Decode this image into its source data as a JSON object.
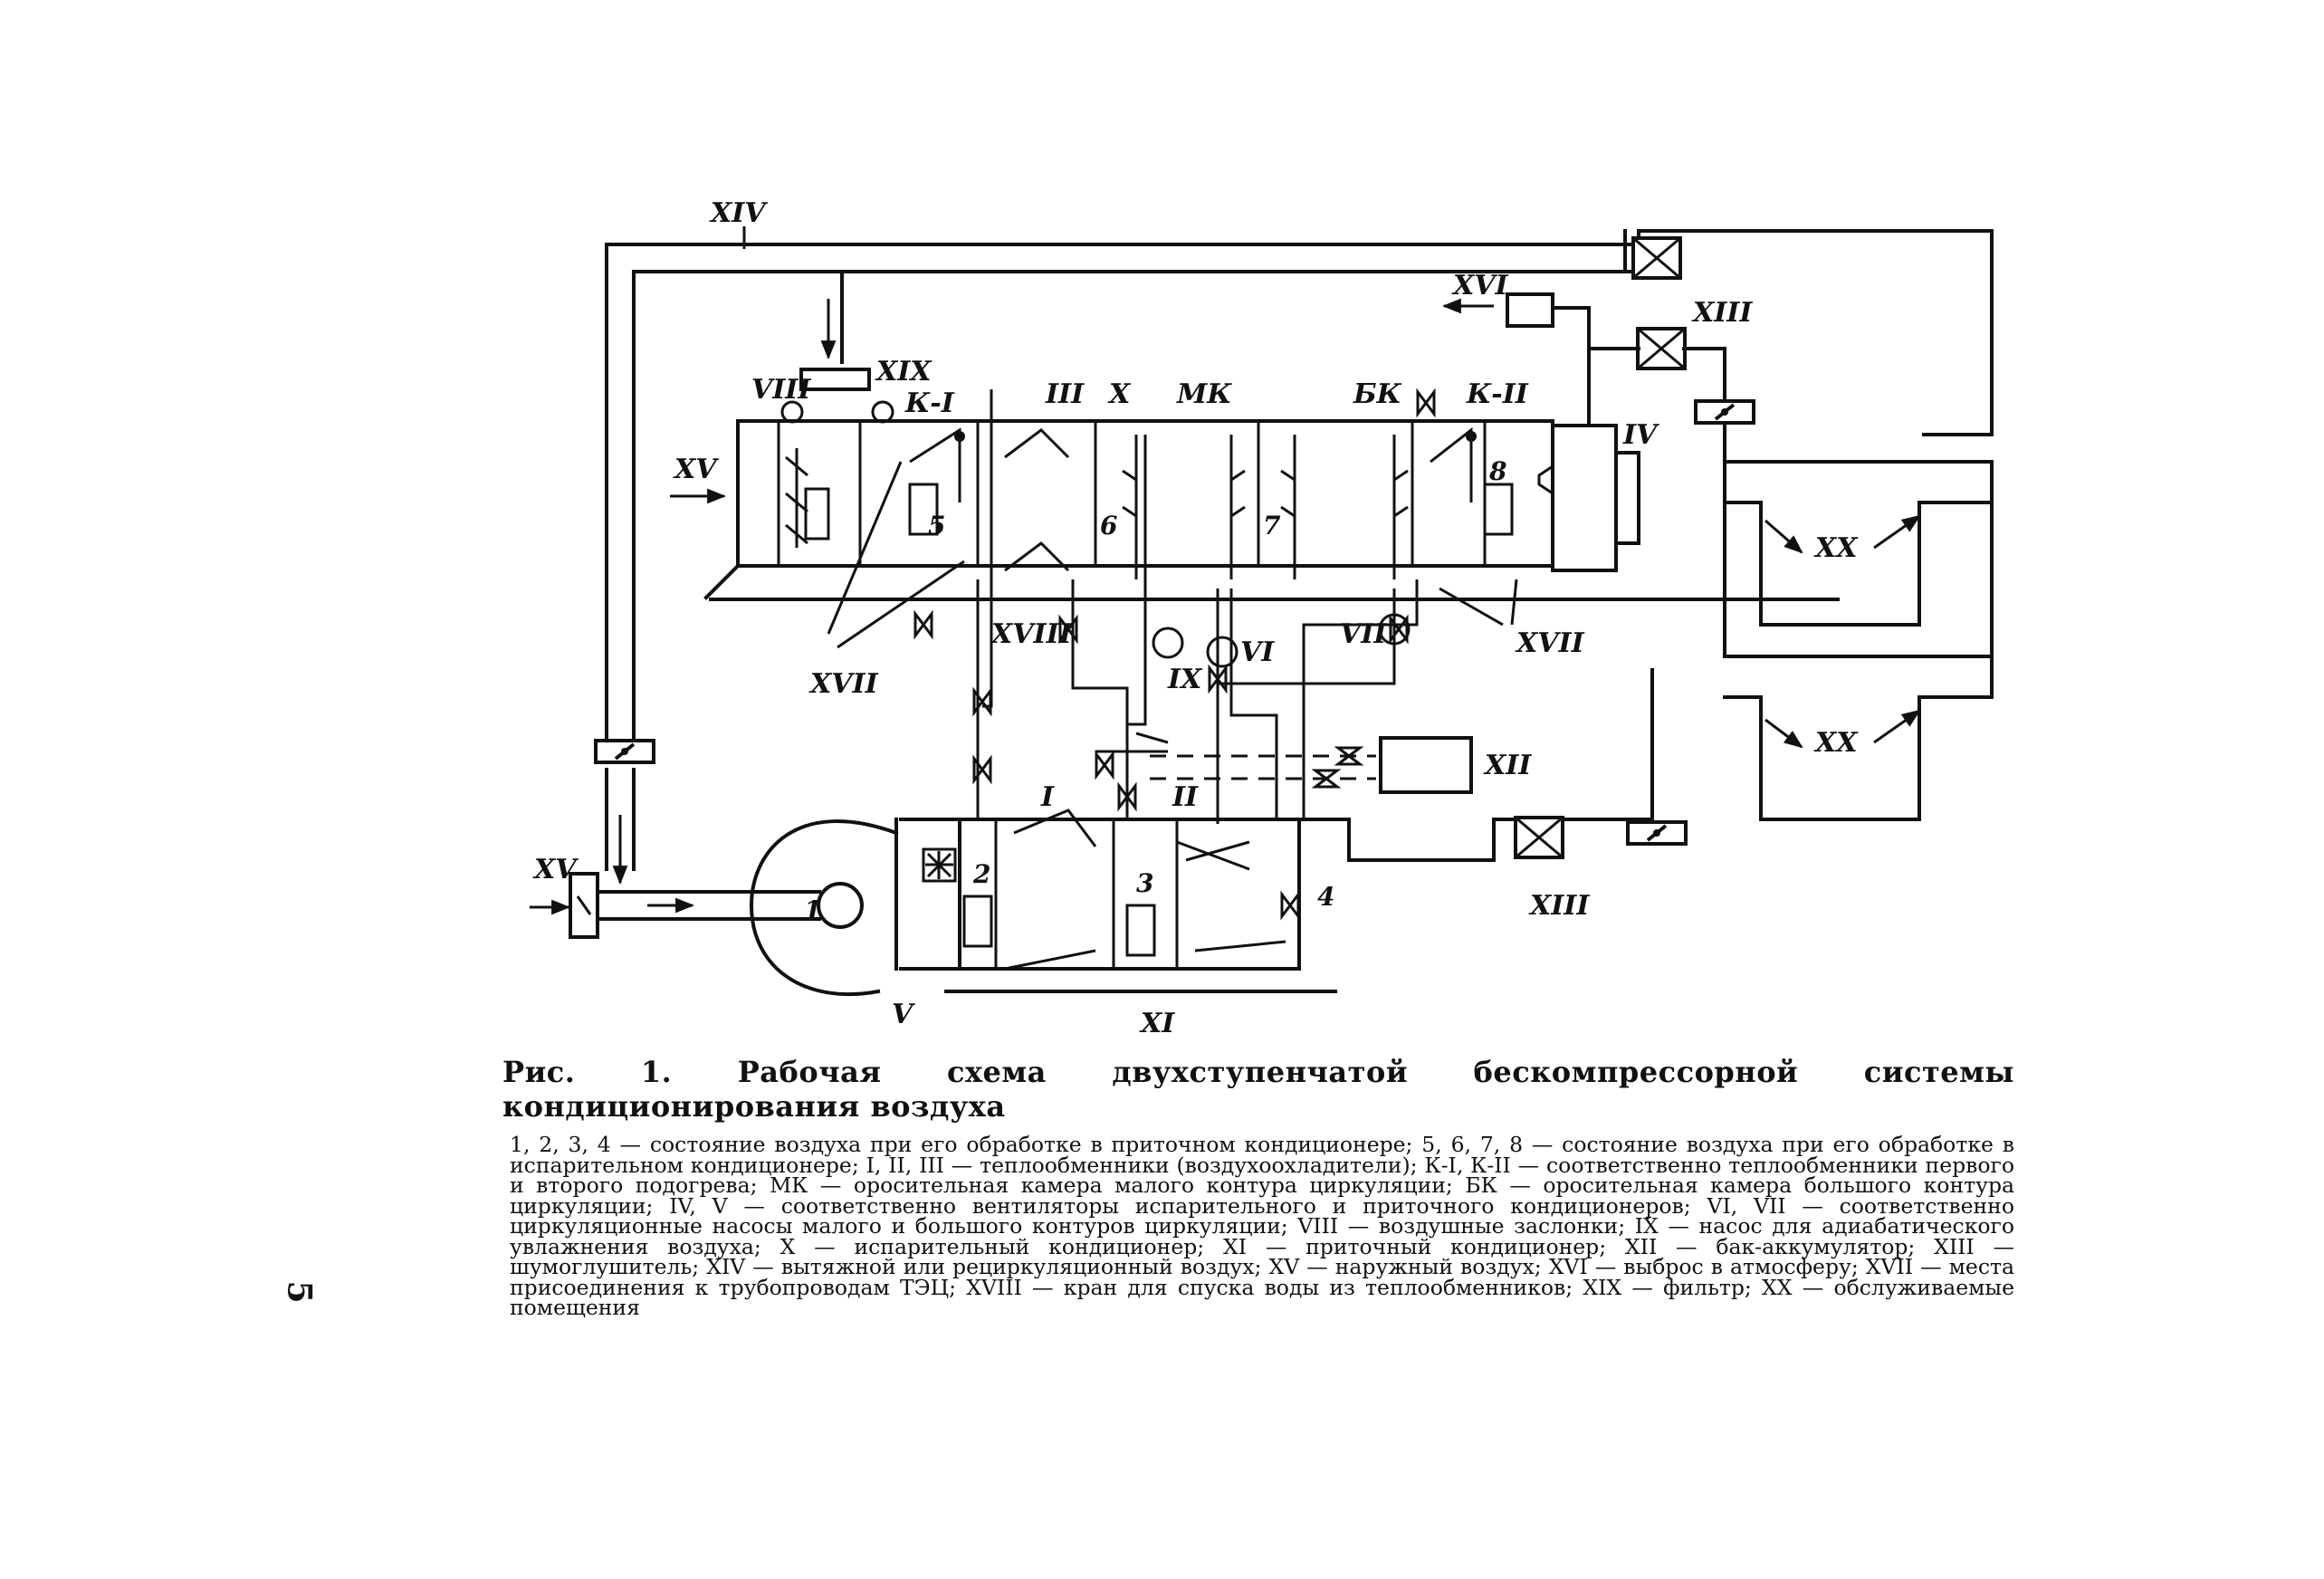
{
  "diagram": {
    "labels": {
      "XIV": "XIV",
      "XV_top": "XV",
      "XV_bottom": "XV",
      "XVI": "XVI",
      "XIII_top": "XIII",
      "XIII_bottom": "XIII",
      "XII": "XII",
      "XX_1": "XX",
      "XX_2": "XX",
      "VIII": "VIII",
      "XIX": "XIX",
      "K1": "К-I",
      "III": "III",
      "X": "X",
      "MK": "МК",
      "BK": "БК",
      "K2": "К-II",
      "IV": "IV",
      "XVII_left": "XVII",
      "XVII_right": "XVII",
      "XVIII": "XVIII",
      "IX": "IX",
      "VI": "VI",
      "VII": "VII",
      "I": "I",
      "II": "II",
      "XI": "XI",
      "V": "V",
      "n1": "1",
      "n2": "2",
      "n3": "3",
      "n4": "4",
      "n5": "5",
      "n6": "6",
      "n7": "7",
      "n8": "8"
    }
  },
  "caption": {
    "title": "Рис. 1. Рабочая схема двухступенчатой бескомпрессорной системы кондиционирования воздуха",
    "body": "1, 2, 3, 4 — состояние воздуха при его обработке в приточном кондиционере; 5, 6, 7, 8 — состояние воздуха при его обработке в испарительном кондиционере; I, II, III — теплообменники (воздухоохладители); К-I, К-II — соответственно теплообменники первого и второго подогрева; МК — оросительная камера малого контура циркуляции; БК — оросительная камера большого контура циркуляции; IV, V — соответственно вентиляторы испарительного и приточного кондиционеров; VI, VII — соответственно циркуляционные насосы малого и большого контуров циркуляции; VIII — воздушные заслонки; IX — насос для адиабатического увлажнения воздуха; X — испарительный кондиционер; XI — приточный кондиционер; XII — бак-аккумулятор; XIII — шумоглушитель; XIV — вытяжной или рециркуляционный воздух; XV — наружный воздух; XVI — выброс в атмосферу; XVII — места присоединения к трубопроводам ТЭЦ; XVIII — кран для спуска воды из теплообменников; XIX — фильтр; XX — обслуживаемые помещения"
  },
  "page_number": "5"
}
